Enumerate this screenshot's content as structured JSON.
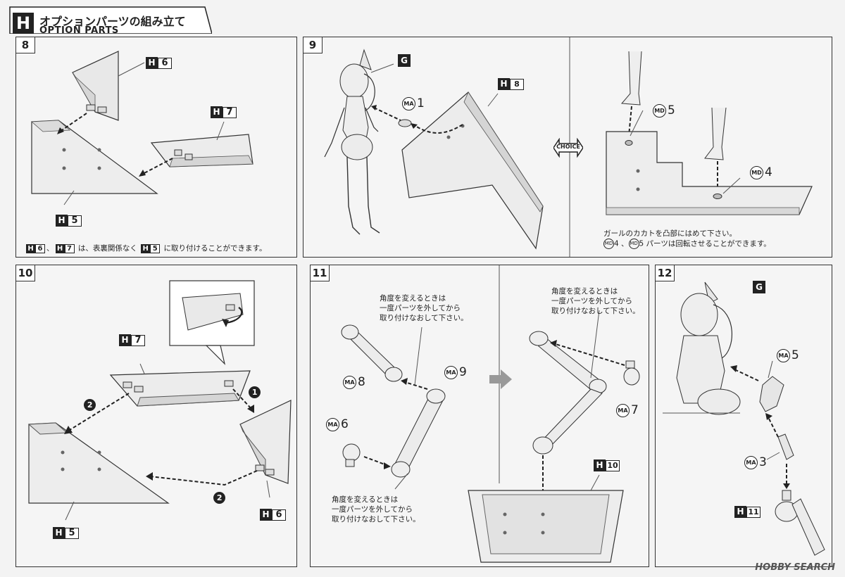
{
  "header": {
    "letter": "H",
    "title_jp": "オプションパーツの組み立て",
    "title_en": "OPTION PARTS"
  },
  "steps": {
    "s8": {
      "num": "8",
      "labels": [
        "H6",
        "H7",
        "H5"
      ],
      "note": {
        "mid1": "、",
        "mid2": " は、表裏関係なく ",
        "end": " に取り付けることができます。"
      }
    },
    "s9": {
      "num": "9",
      "g": "G",
      "h8": "H8",
      "ma1": "1",
      "md5": "5",
      "md4": "4",
      "choice": "CHOICE",
      "note1": "ガールのカカトを凸部にはめて下さい。",
      "note2": {
        "a": "4 、",
        "b": "5 パーツは回転させることができます。"
      }
    },
    "s10": {
      "num": "10",
      "labels": [
        "H7",
        "H6",
        "H5"
      ],
      "step1": "1",
      "step2": "2"
    },
    "s11": {
      "num": "11",
      "ma8": "8",
      "ma9": "9",
      "ma6": "6",
      "ma7": "7",
      "h10": "H10",
      "note": [
        "角度を変えるときは",
        "一度パーツを外してから",
        "取り付けなおして下さい。"
      ]
    },
    "s12": {
      "num": "12",
      "g": "G",
      "ma5": "5",
      "ma3": "3",
      "h11": "H11"
    }
  },
  "badges": {
    "ma": "MA",
    "md": "MD"
  },
  "watermark": "HOBBY SEARCH"
}
